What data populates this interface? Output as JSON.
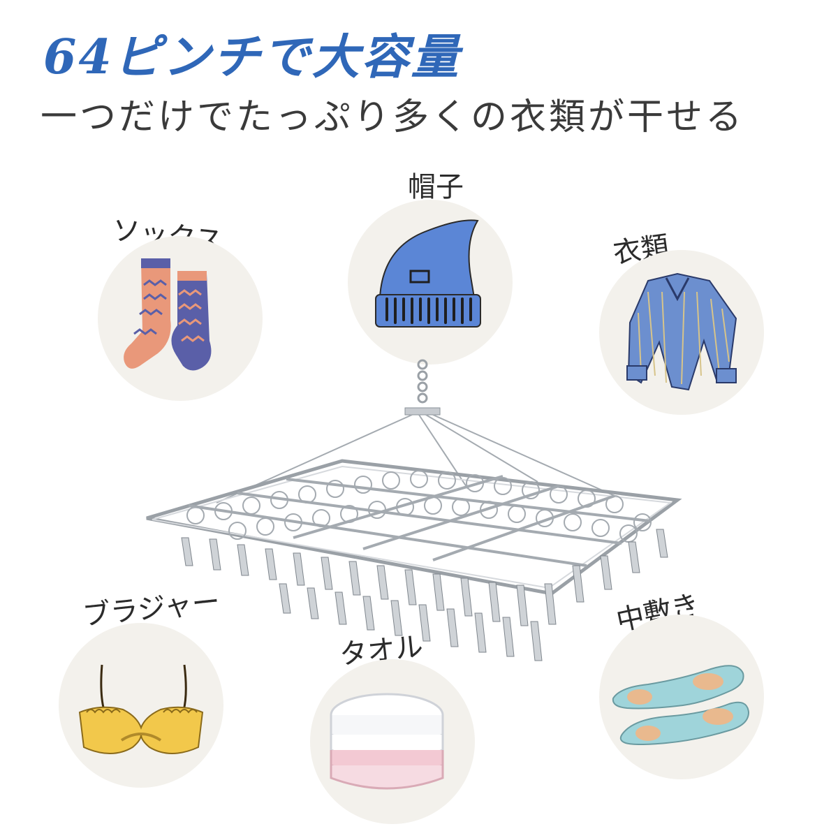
{
  "headline": "64ピンチで大容量",
  "subheadline": "一つだけでたっぷり多くの衣類が干せる",
  "items": {
    "socks": {
      "label": "ソックス",
      "icon": "socks-icon"
    },
    "hat": {
      "label": "帽子",
      "icon": "knit-hat-icon"
    },
    "clothes": {
      "label": "衣類",
      "icon": "shirt-icon"
    },
    "bra": {
      "label": "ブラジャー",
      "icon": "bra-icon"
    },
    "towel": {
      "label": "タオル",
      "icon": "folded-towel-icon"
    },
    "insole": {
      "label": "中敷き",
      "icon": "insole-icon"
    }
  },
  "product": {
    "icon": "clothes-hanger-pins-icon"
  },
  "colors": {
    "headline": "#2f67b8",
    "subheadline": "#3a3a3a",
    "circle_bg": "#f3f1ec",
    "hat_blue": "#5b86d6",
    "sock_orange": "#e9987a",
    "sock_purple": "#5a5fa8",
    "shirt_blue": "#6c8fcf",
    "bra_yellow": "#f2c84b",
    "towel_pink": "#f3c9d3",
    "insole_teal": "#9fd4da"
  }
}
